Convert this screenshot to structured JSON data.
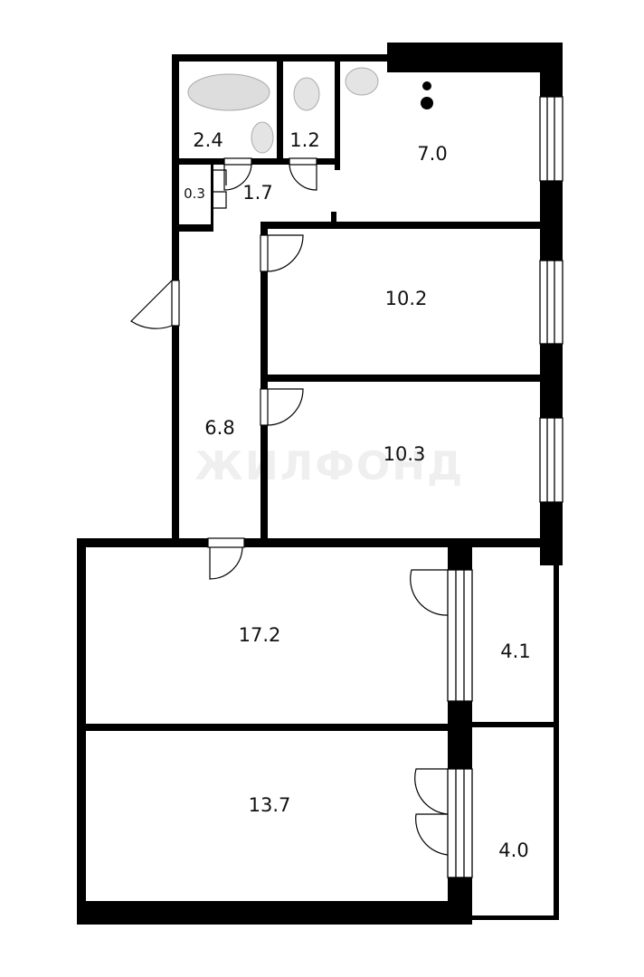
{
  "rooms": [
    {
      "id": "bathroom",
      "area": "2.4"
    },
    {
      "id": "toilet",
      "area": "1.2"
    },
    {
      "id": "kitchen",
      "area": "7.0"
    },
    {
      "id": "closet",
      "area": "0.3"
    },
    {
      "id": "hall-small",
      "area": "1.7"
    },
    {
      "id": "corridor",
      "area": "6.8"
    },
    {
      "id": "room-1",
      "area": "10.2"
    },
    {
      "id": "room-2",
      "area": "10.3"
    },
    {
      "id": "room-3",
      "area": "17.2"
    },
    {
      "id": "balcony-1",
      "area": "4.1"
    },
    {
      "id": "room-4",
      "area": "13.7"
    },
    {
      "id": "balcony-2",
      "area": "4.0"
    }
  ],
  "watermark": "ЖИЛФОНД",
  "colors": {
    "wall": "#000000",
    "floor": "#ffffff"
  }
}
